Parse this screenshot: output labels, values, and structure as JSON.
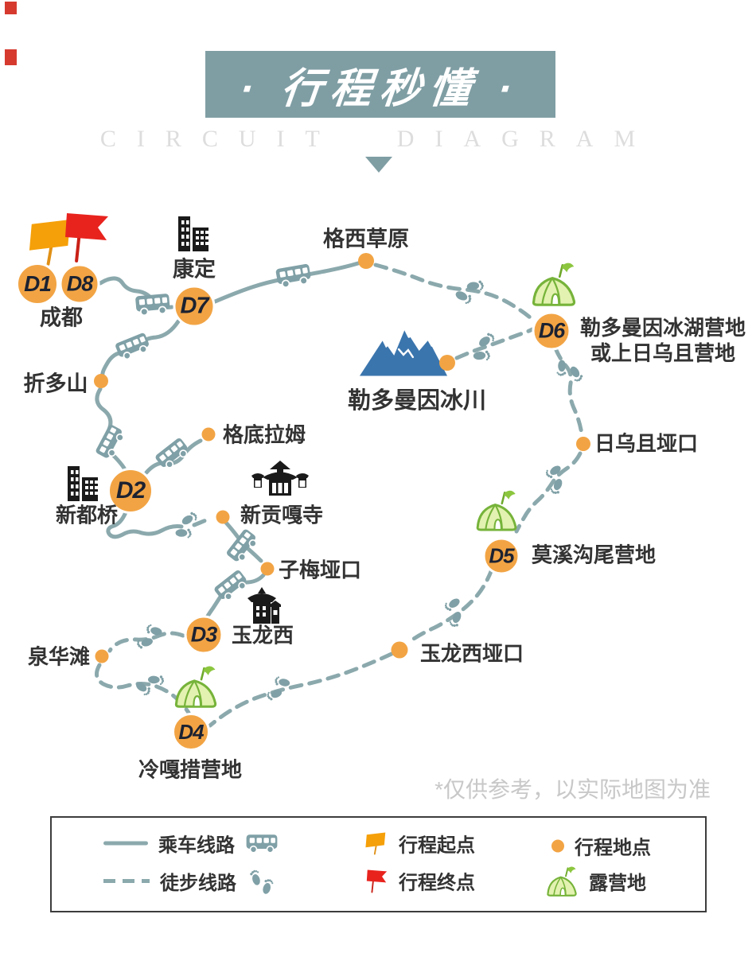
{
  "header": {
    "title": "· 行程秒懂 ·",
    "subtitle": "CIRCUIT DIAGRAM"
  },
  "map": {
    "note": "*仅供参考，以实际地图为准",
    "days": {
      "d1": "D1",
      "d8": "D8",
      "d7": "D7",
      "d6": "D6",
      "d5": "D5",
      "d4": "D4",
      "d3": "D3",
      "d2": "D2"
    },
    "places": {
      "chengdu": "成都",
      "kangding": "康定",
      "gexicaoyuan": "格西草原",
      "leduo_camp_line1": "勒多曼因冰湖营地",
      "leduo_camp_line2": "或上日乌且营地",
      "leduo_glacier": "勒多曼因冰川",
      "zheduoshan": "折多山",
      "gedilamu": "格底拉姆",
      "xinduqiao": "新都桥",
      "xingonggasi": "新贡嘎寺",
      "zimeiyakou": "子梅垭口",
      "yulongxi": "玉龙西",
      "riwuqieyakou": "日乌且垭口",
      "moxigouwei_camp": "莫溪沟尾营地",
      "yulongxiyakou": "玉龙西垭口",
      "quanhuatan": "泉华滩",
      "lenggacuo_camp": "冷嘎措营地"
    }
  },
  "legend": {
    "bus_route": "乘车线路",
    "hike_route": "徒步线路",
    "start": "行程起点",
    "end": "行程终点",
    "waypoint": "行程地点",
    "campsite": "露营地"
  },
  "colors": {
    "banner": "#7F9EA4",
    "route": "#8BA9AD",
    "marker_orange": "#F2A444",
    "flag_start": "#F5A009",
    "flag_end": "#E8231E",
    "tent_green": "#8CC63F",
    "glacier_blue": "#3B75AD",
    "building_black": "#1A1A1A",
    "note_gray": "#C8C8C8"
  }
}
